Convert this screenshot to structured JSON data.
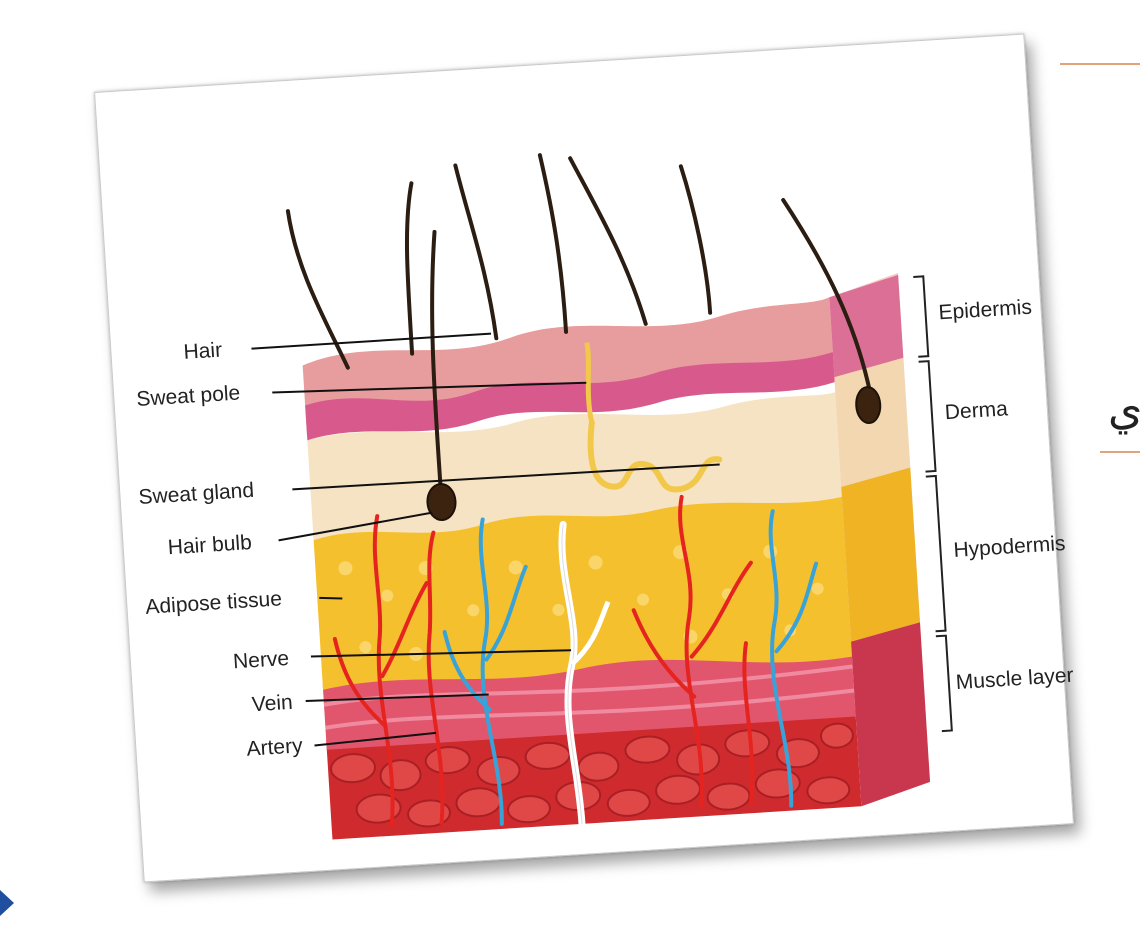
{
  "slide": {
    "background_text": "ي",
    "accent_color": "#e0a37a",
    "logo_color": "#1f4f9e"
  },
  "diagram": {
    "left_labels": [
      "Hair",
      "Sweat pole",
      "Sweat gland",
      "Hair bulb",
      "Adipose tissue",
      "Nerve",
      "Vein",
      "Artery"
    ],
    "right_labels": [
      "Epidermis",
      "Derma",
      "Hypodermis",
      "Muscle layer"
    ]
  },
  "colors": {
    "epidermis": "#e79d9d",
    "epidermis_pink": "#d85a8c",
    "derma": "#f6e3c4",
    "hypodermis": "#f5c02e",
    "muscle": "#e2566d",
    "deep_muscle": "#cf2b2f",
    "artery": "#e52420",
    "vein": "#39a3d8",
    "nerve": "#ffffff",
    "hair": "#2b1d12"
  }
}
